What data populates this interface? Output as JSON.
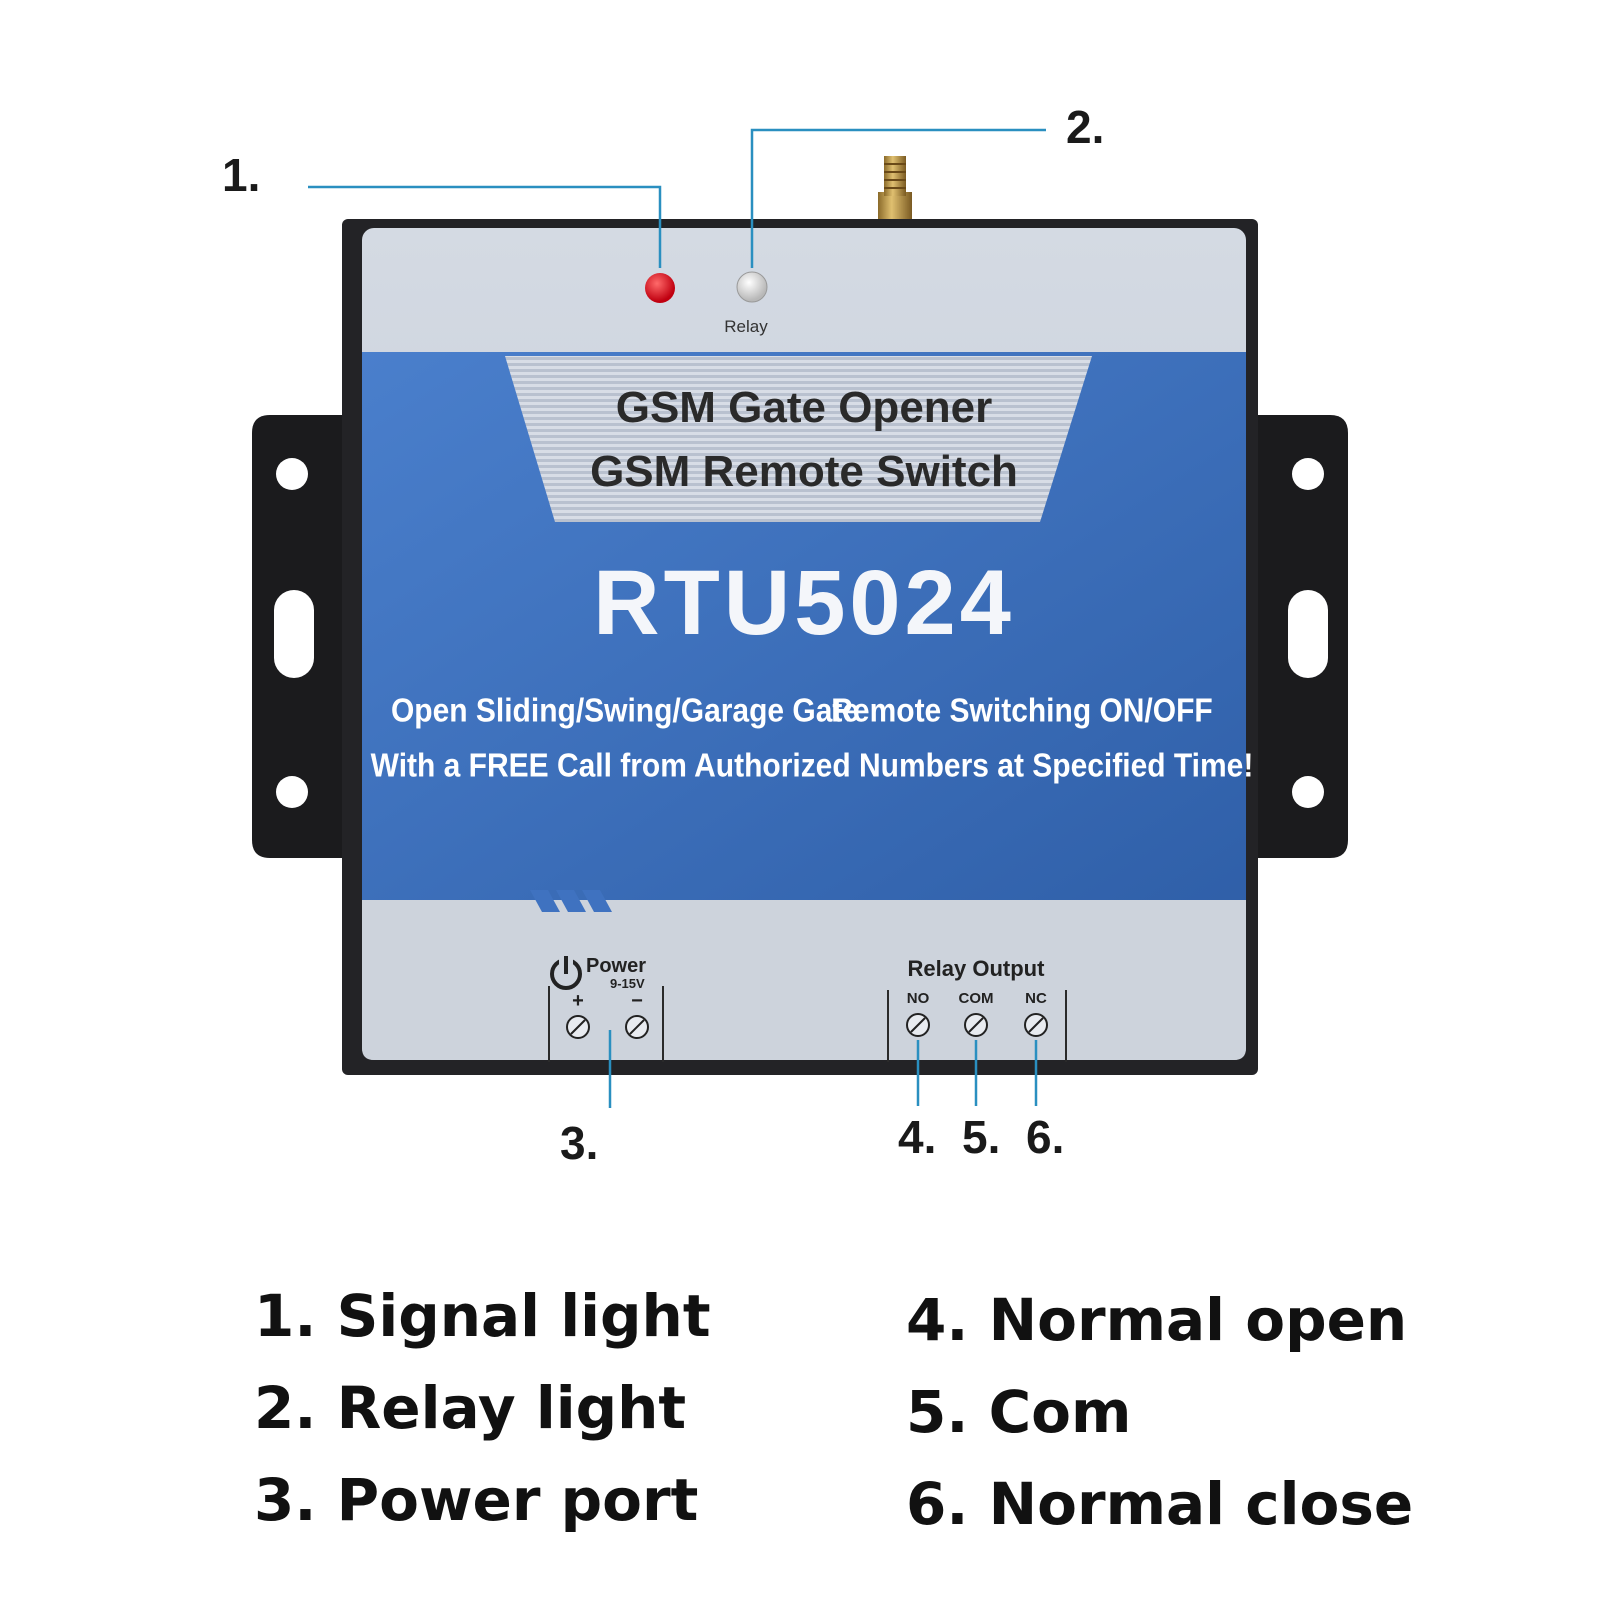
{
  "device": {
    "title_line1": "GSM Gate Opener",
    "title_line2": "GSM Remote Switch",
    "model": "RTU5024",
    "feature_left": "Open Sliding/Swing/Garage Gate",
    "feature_right": "Remote Switching ON/OFF",
    "feature_line2": "With a FREE Call from Authorized Numbers at Specified Time!",
    "led_relay_label": "Relay",
    "power_label": "Power",
    "power_voltage": "9-15V",
    "power_plus": "+",
    "power_minus": "−",
    "relay_output_label": "Relay Output",
    "terminal_no": "NO",
    "terminal_com": "COM",
    "terminal_nc": "NC"
  },
  "colors": {
    "signal_led": "#e8141c",
    "panel_blue": "#3f72c0",
    "panel_grey": "#c8cfd9",
    "callout_line": "#2a8fc0"
  },
  "callouts": {
    "c1": "1.",
    "c2": "2.",
    "c3": "3.",
    "c4": "4.",
    "c5": "5.",
    "c6": "6."
  },
  "legend": {
    "item1": "1. Signal light",
    "item2": "2. Relay light",
    "item3": "3. Power port",
    "item4": "4. Normal open",
    "item5": "5. Com",
    "item6": "6. Normal close"
  }
}
